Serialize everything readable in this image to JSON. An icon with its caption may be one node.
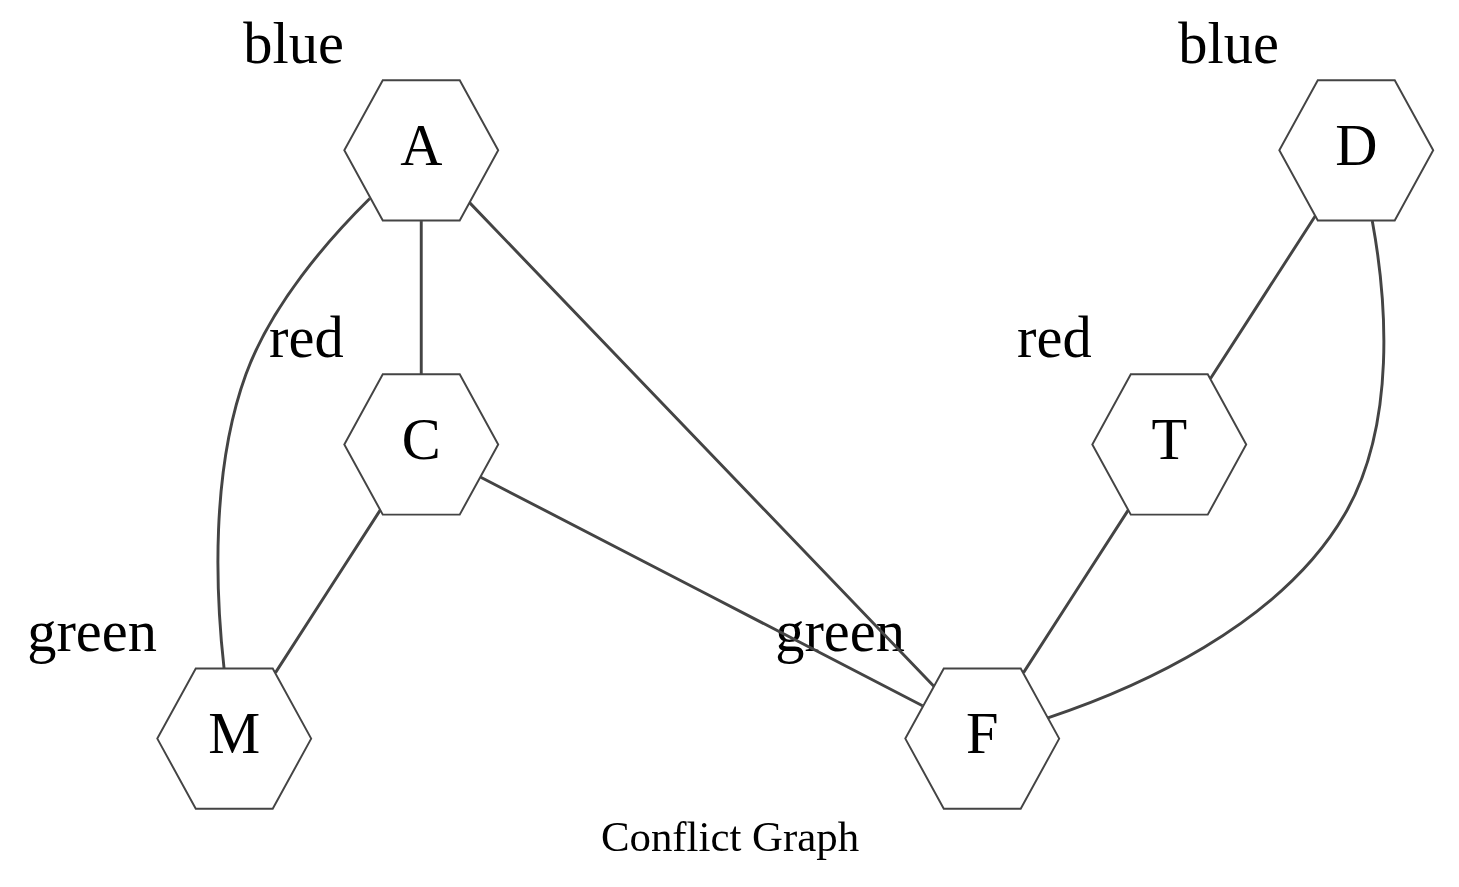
{
  "diagram": {
    "caption": "Conflict Graph",
    "nodes": [
      {
        "text": [
          "A"
        ],
        "beside": [
          "blue"
        ]
      },
      {
        "text": [
          "D"
        ],
        "beside": [
          "blue"
        ]
      },
      {
        "text": [
          "T"
        ],
        "beside": [
          "red"
        ]
      },
      {
        "text": [
          "M"
        ],
        "beside": [
          "green"
        ]
      },
      {
        "text": [
          "C"
        ],
        "beside": [
          "red"
        ]
      },
      {
        "text": [
          "F"
        ],
        "beside": [
          "green"
        ]
      }
    ],
    "edges": [
      {
        "from": 0,
        "to": 4,
        "arrow": "none"
      },
      {
        "from": 0,
        "to": 3,
        "arrow": "none"
      },
      {
        "from": 0,
        "to": 5,
        "arrow": "none"
      },
      {
        "from": 1,
        "to": 5,
        "arrow": "none"
      },
      {
        "from": 1,
        "to": 2,
        "arrow": "none"
      },
      {
        "from": 4,
        "to": 3,
        "arrow": "none"
      },
      {
        "from": 4,
        "to": 5,
        "arrow": "none"
      },
      {
        "from": 2,
        "to": 5,
        "arrow": "none"
      }
    ]
  }
}
